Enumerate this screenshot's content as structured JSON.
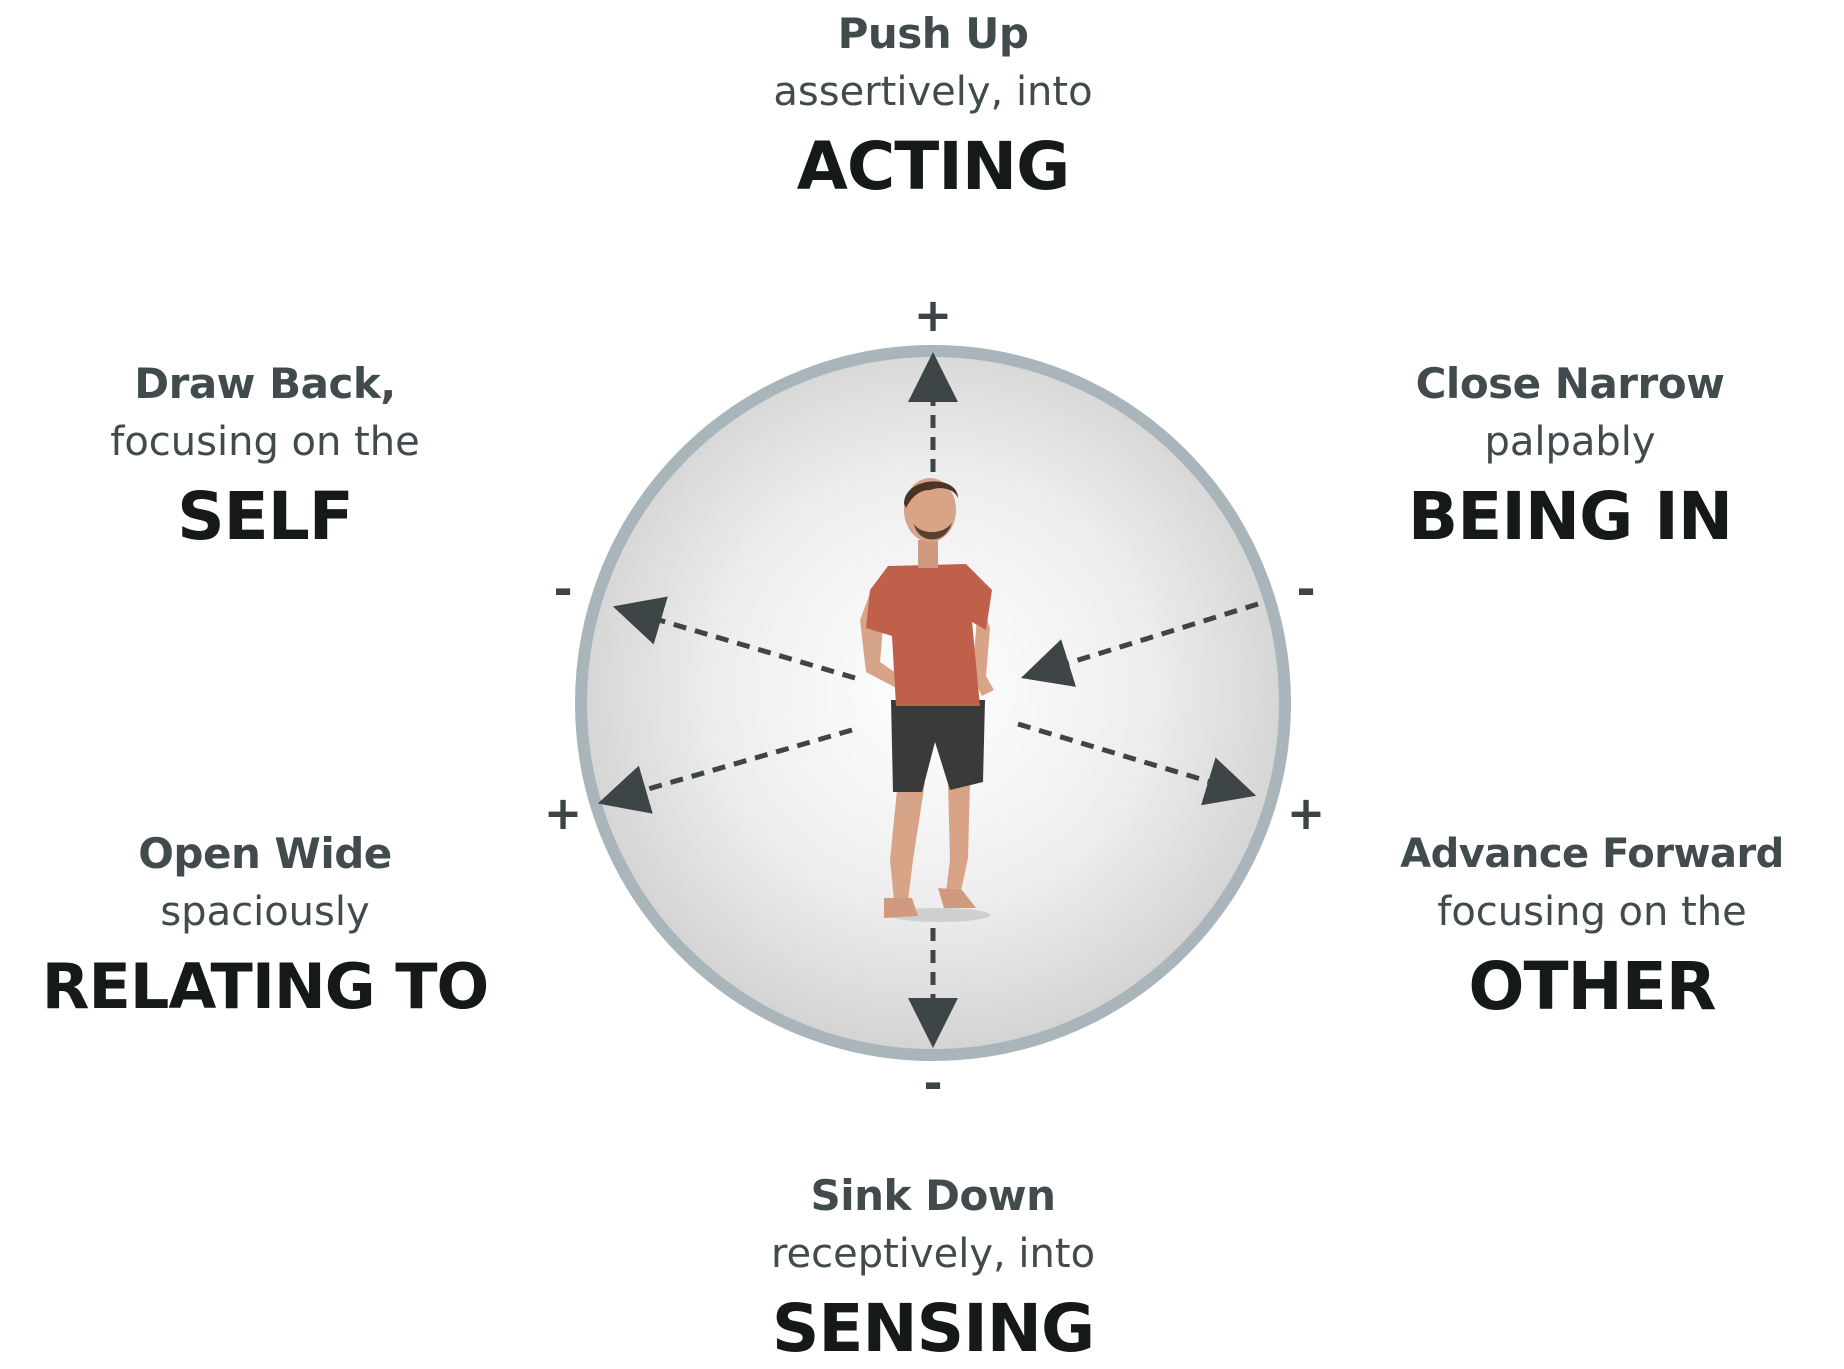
{
  "directions": {
    "up": {
      "verb": "Push Up",
      "adverb": "assertively, into",
      "noun": "ACTING"
    },
    "upper_left": {
      "verb": "Draw Back,",
      "adverb": "focusing on the",
      "noun": "SELF"
    },
    "upper_right": {
      "verb": "Close Narrow",
      "adverb": "palpably",
      "noun": "BEING IN"
    },
    "lower_left": {
      "verb": "Open Wide",
      "adverb": "spaciously",
      "noun": "RELATING TO"
    },
    "lower_right": {
      "verb": "Advance Forward",
      "adverb": "focusing on the",
      "noun": "OTHER"
    },
    "down": {
      "verb": "Sink Down",
      "adverb": "receptively, into",
      "noun": "SENSING"
    }
  },
  "signs": {
    "top": "+",
    "bottom": "-",
    "upper_left": "-",
    "upper_right": "-",
    "lower_left": "+",
    "lower_right": "+"
  },
  "colors": {
    "ring": "#a9b5ba",
    "arrow": "#3e4547",
    "verb_text": "#414a4c",
    "noun_text": "#16191a",
    "shirt": "#c0604a",
    "shorts": "#3a3a3a",
    "skin": "#d8a488"
  }
}
